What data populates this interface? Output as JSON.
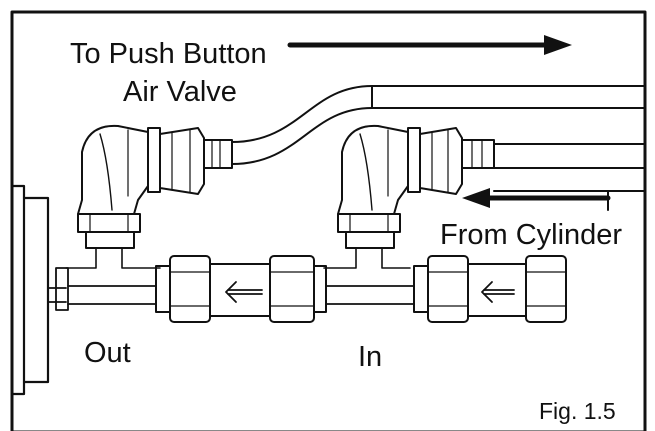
{
  "labels": {
    "to_push_button": "To Push Button",
    "air_valve": "Air Valve",
    "from_cylinder": "From Cylinder",
    "out": "Out",
    "in": "In",
    "figure": "Fig. 1.5"
  },
  "colors": {
    "ink": "#111111",
    "background": "#ffffff"
  },
  "icons": {
    "flow_arrow": "left-arrow-icon",
    "direction_arrow": "right-arrow-icon"
  }
}
